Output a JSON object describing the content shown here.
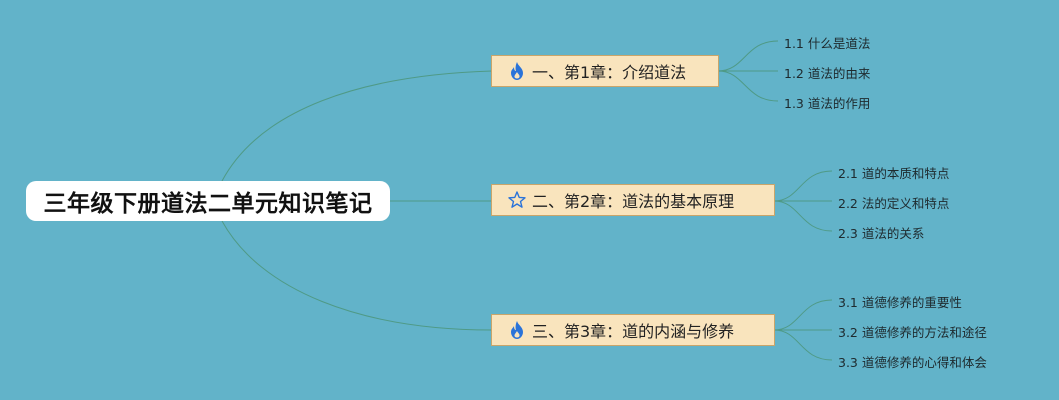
{
  "root": {
    "title": "三年级下册道法二单元知识笔记"
  },
  "branches": [
    {
      "label": "一、第1章：介绍道法",
      "icon": "fire-icon",
      "children": [
        "1.1 什么是道法",
        "1.2 道法的由来",
        "1.3 道法的作用"
      ]
    },
    {
      "label": "二、第2章：道法的基本原理",
      "icon": "star-icon",
      "children": [
        "2.1 道的本质和特点",
        "2.2 法的定义和特点",
        "2.3 道法的关系"
      ]
    },
    {
      "label": "三、第3章：道的内涵与修养",
      "icon": "fire-icon",
      "children": [
        "3.1 道德修养的重要性",
        "3.2 道德修养的方法和途径",
        "3.3 道德修养的心得和体会"
      ]
    }
  ],
  "colors": {
    "background": "#62b3c9",
    "connector": "#4f9a86",
    "branch_fill": "#f9e4bd",
    "branch_border": "#c9a56a",
    "icon": "#2a73d9"
  }
}
